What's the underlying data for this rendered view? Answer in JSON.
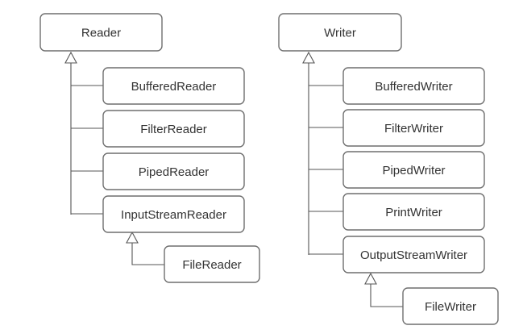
{
  "hierarchies": [
    {
      "root": "Reader",
      "children": [
        "BufferedReader",
        "FilterReader",
        "PipedReader",
        "InputStreamReader"
      ],
      "subclass": {
        "parent": "InputStreamReader",
        "child": "FileReader"
      }
    },
    {
      "root": "Writer",
      "children": [
        "BufferedWriter",
        "FilterWriter",
        "PipedWriter",
        "PrintWriter",
        "OutputStreamWriter"
      ],
      "subclass": {
        "parent": "OutputStreamWriter",
        "child": "FileWriter"
      }
    }
  ]
}
